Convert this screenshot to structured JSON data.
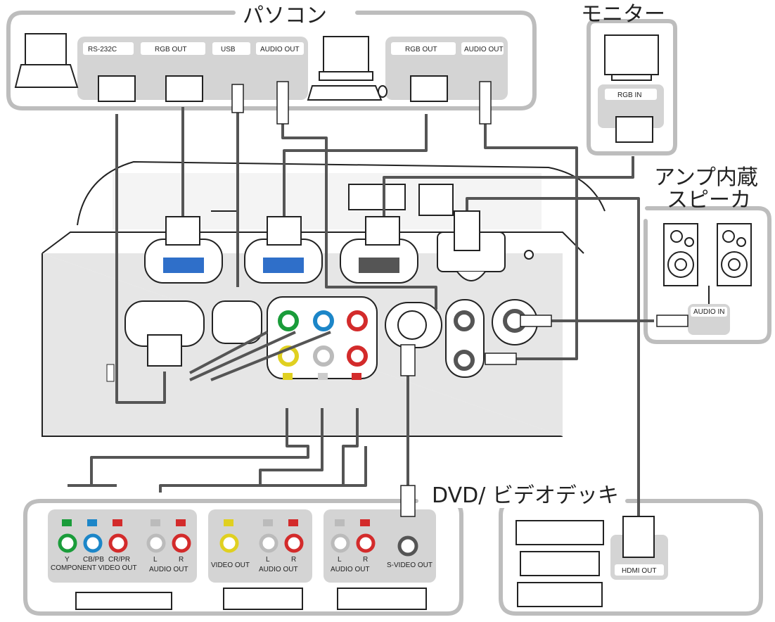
{
  "groups": {
    "pc": "パソコン",
    "monitor": "モニター",
    "speaker_line1": "アンプ内蔵",
    "speaker_line2": "スピーカ",
    "dvd": "DVD/ ビデオデッキ"
  },
  "ports": {
    "rs232c": "RS-232C",
    "rgb_out_1": "RGB OUT",
    "usb": "USB",
    "audio_out_1": "AUDIO OUT",
    "rgb_out_2": "RGB OUT",
    "audio_out_2": "AUDIO OUT",
    "rgb_in": "RGB IN",
    "audio_in": "AUDIO IN",
    "y": "Y",
    "cb_pb": "CB/PB",
    "cr_pr": "CR/PR",
    "component_video_out": "COMPONENT VIDEO OUT",
    "l1": "L",
    "r1": "R",
    "audio_out_3": "AUDIO OUT",
    "video_out": "VIDEO OUT",
    "l2": "L",
    "r2": "R",
    "audio_out_4": "AUDIO OUT",
    "l3": "L",
    "r3": "R",
    "audio_out_5": "AUDIO OUT",
    "s_video_out": "S-VIDEO OUT",
    "hdmi_out": "HDMI OUT"
  }
}
